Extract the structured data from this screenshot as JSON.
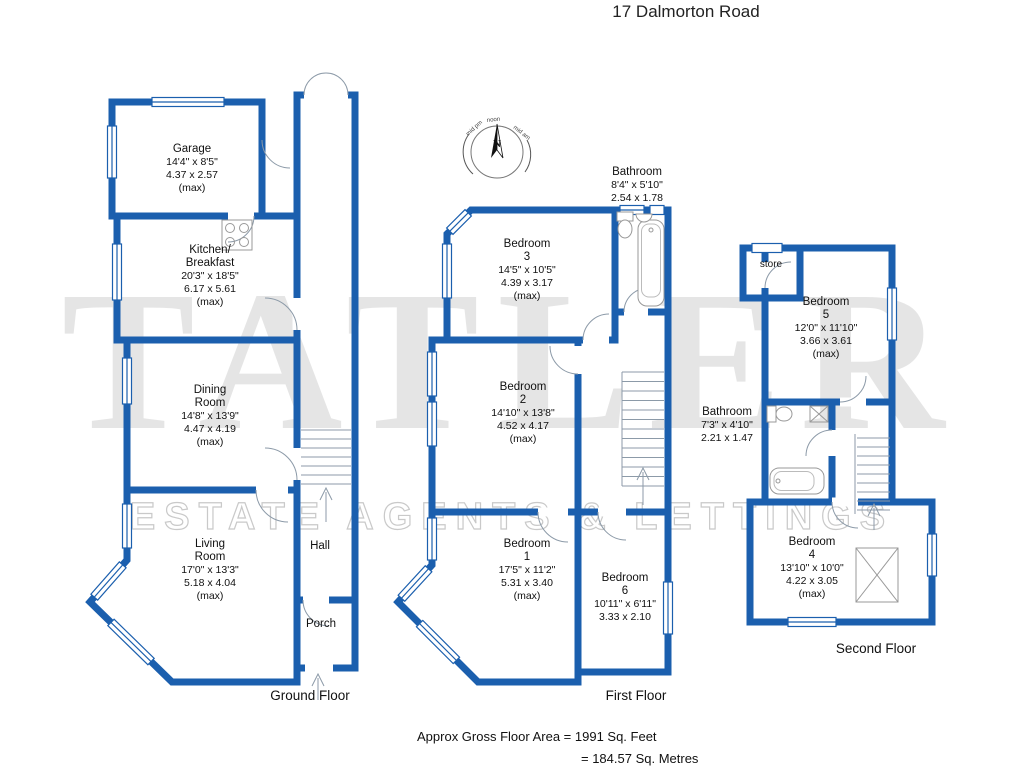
{
  "title": "17 Dalmorton Road",
  "watermark": {
    "brand": "TATLER",
    "tagline": "ESTATE AGENTS & LETTINGS"
  },
  "compass": {
    "north": "N",
    "labels": [
      "mid pm",
      "noon",
      "mid am"
    ]
  },
  "colors": {
    "wall": "#1b5fae",
    "watermark": "#c9c9c9"
  },
  "floors": {
    "ground": {
      "label": "Ground Floor",
      "rooms": {
        "garage": {
          "name1": "Garage",
          "imp": "14'4\" x  8'5\"",
          "met": "4.37 x 2.57",
          "max": "(max)"
        },
        "kitchen": {
          "name1": "Kitchen/",
          "name2": "Breakfast",
          "imp": "20'3\" x 18'5\"",
          "met": "6.17 x 5.61",
          "max": "(max)"
        },
        "dining": {
          "name1": "Dining",
          "name2": "Room",
          "imp": "14'8\" x 13'9\"",
          "met": "4.47 x 4.19",
          "max": "(max)"
        },
        "living": {
          "name1": "Living",
          "name2": "Room",
          "imp": "17'0\" x 13'3\"",
          "met": "5.18 x 4.04",
          "max": "(max)"
        },
        "hall": {
          "name1": "Hall"
        },
        "porch": {
          "name1": "Porch"
        }
      }
    },
    "first": {
      "label": "First Floor",
      "rooms": {
        "bathroom": {
          "name1": "Bathroom",
          "imp": "8'4\" x 5'10\"",
          "met": "2.54 x 1.78"
        },
        "bedroom3": {
          "name1": "Bedroom",
          "name2": "3",
          "imp": "14'5\" x 10'5\"",
          "met": "4.39 x 3.17",
          "max": "(max)"
        },
        "bedroom2": {
          "name1": "Bedroom",
          "name2": "2",
          "imp": "14'10\" x 13'8\"",
          "met": "4.52 x 4.17",
          "max": "(max)"
        },
        "bedroom1": {
          "name1": "Bedroom",
          "name2": "1",
          "imp": "17'5\" x 11'2\"",
          "met": "5.31 x 3.40",
          "max": "(max)"
        },
        "bedroom6": {
          "name1": "Bedroom",
          "name2": "6",
          "imp": "10'11\" x 6'11\"",
          "met": "3.33 x 2.10"
        }
      }
    },
    "second": {
      "label": "Second Floor",
      "rooms": {
        "store": {
          "name1": "store"
        },
        "bedroom5": {
          "name1": "Bedroom",
          "name2": "5",
          "imp": "12'0\" x 11'10\"",
          "met": "3.66 x 3.61",
          "max": "(max)"
        },
        "bathroom": {
          "name1": "Bathroom",
          "imp": "7'3\" x 4'10\"",
          "met": "2.21 x 1.47"
        },
        "bedroom4": {
          "name1": "Bedroom",
          "name2": "4",
          "imp": "13'10\" x 10'0\"",
          "met": "4.22 x 3.05",
          "max": "(max)"
        }
      }
    }
  },
  "footer": {
    "line1": "Approx Gross Floor Area  =  1991  Sq. Feet",
    "line2": "=  184.57  Sq. Metres"
  }
}
